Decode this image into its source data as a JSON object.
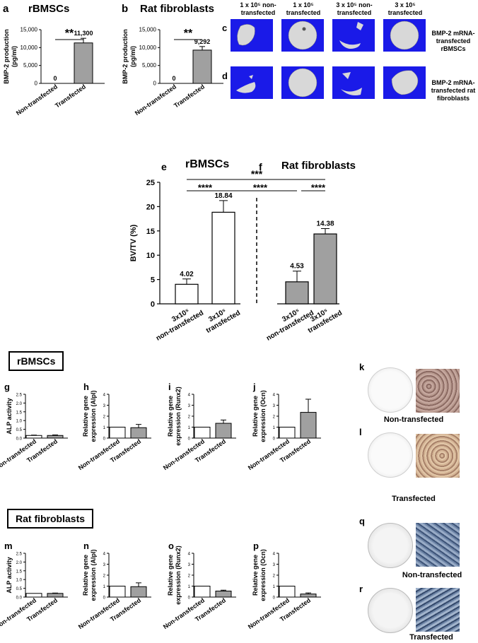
{
  "panels": {
    "a": {
      "letter": "a",
      "title": "rBMSCs"
    },
    "b": {
      "letter": "b",
      "title": "Rat fibroblasts"
    },
    "c": {
      "letter": "c"
    },
    "d": {
      "letter": "d"
    },
    "e": {
      "letter": "e",
      "title": "rBMSCs"
    },
    "f": {
      "letter": "f",
      "title": "Rat fibroblasts"
    },
    "g": {
      "letter": "g"
    },
    "h": {
      "letter": "h"
    },
    "i": {
      "letter": "i"
    },
    "j": {
      "letter": "j"
    },
    "k": {
      "letter": "k"
    },
    "l": {
      "letter": "l"
    },
    "m": {
      "letter": "m"
    },
    "n": {
      "letter": "n"
    },
    "o": {
      "letter": "o"
    },
    "p": {
      "letter": "p"
    },
    "q": {
      "letter": "q"
    },
    "r": {
      "letter": "r"
    }
  },
  "section_boxes": {
    "rbmscs": "rBMSCs",
    "fibroblasts": "Rat fibroblasts"
  },
  "microct": {
    "columns": [
      "1 x 10⁵ non-transfected",
      "1 x 10⁵ transfected",
      "3 x 10⁵ non-transfected",
      "3 x 10⁵ transfected"
    ],
    "rows": [
      "BMP-2 mRNA-transfected rBMSCs",
      "BMP-2 mRNA-transfected rat fibroblasts"
    ],
    "colors": {
      "background": "#1a1ae8",
      "bone": "#d8d8d8"
    }
  },
  "staining": {
    "k_caption": "Non-transfected",
    "l_caption": "Transfected",
    "q_caption": "Non-transfected",
    "r_caption": "Transfected"
  },
  "colors": {
    "open_bar": "#ffffff",
    "gray_bar": "#a0a0a0",
    "stroke": "#000000"
  },
  "chart_data": [
    {
      "id": "a",
      "type": "bar",
      "categories": [
        "Non-transfected",
        "Transfected"
      ],
      "values": [
        0,
        11300
      ],
      "errors": [
        0,
        1300
      ],
      "data_labels": [
        "0",
        "11,300"
      ],
      "ylabel": "BMP-2 production (pg/ml)",
      "ylim": [
        0,
        15000
      ],
      "yticks": [
        "0",
        "5,000",
        "10,000",
        "15,000"
      ],
      "significance": [
        "**"
      ],
      "bar_fill": [
        "none",
        "gray"
      ]
    },
    {
      "id": "b",
      "type": "bar",
      "categories": [
        "Non-transfected",
        "Transfected"
      ],
      "values": [
        0,
        9292
      ],
      "errors": [
        0,
        1000
      ],
      "data_labels": [
        "0",
        "9,292"
      ],
      "ylabel": "BMP-2 production (pg/ml)",
      "ylim": [
        0,
        15000
      ],
      "yticks": [
        "0",
        "5,000",
        "10,000",
        "15,000"
      ],
      "significance": [
        "**"
      ],
      "bar_fill": [
        "none",
        "gray"
      ]
    },
    {
      "id": "ef",
      "type": "bar",
      "categories": [
        "3x10⁵ non-transfected",
        "3x10⁵ transfected",
        "3x10⁵ non-transfected",
        "3x10⁵ transfected"
      ],
      "values": [
        4.02,
        18.84,
        4.53,
        14.38
      ],
      "errors": [
        1.1,
        2.4,
        2.2,
        1.1
      ],
      "data_labels": [
        "4.02",
        "18.84",
        "4.53",
        "14.38"
      ],
      "ylabel": "BV/TV (%)",
      "ylim": [
        0,
        25
      ],
      "yticks": [
        "0",
        "5",
        "10",
        "15",
        "20",
        "25"
      ],
      "significance": [
        "***",
        "****",
        "****",
        "****"
      ],
      "bar_fill": [
        "white",
        "white",
        "gray",
        "gray"
      ]
    },
    {
      "id": "g",
      "type": "bar",
      "categories": [
        "Non-transfected",
        "Transfected"
      ],
      "values": [
        0.15,
        0.15
      ],
      "errors": [
        0.02,
        0.03
      ],
      "ylabel": "ALP activity",
      "ylim": [
        0,
        2.5
      ],
      "yticks": [
        "0.0",
        "0.5",
        "1.0",
        "1.5",
        "2.0",
        "2.5"
      ],
      "bar_fill": [
        "white",
        "gray"
      ]
    },
    {
      "id": "h",
      "type": "bar",
      "categories": [
        "Non-transfected",
        "Transfected"
      ],
      "values": [
        1.0,
        0.95
      ],
      "errors": [
        0,
        0.3
      ],
      "ylabel": "Relative gene expression (Alpl)",
      "ylim": [
        0,
        4
      ],
      "yticks": [
        "0",
        "1",
        "2",
        "3",
        "4"
      ],
      "bar_fill": [
        "white",
        "gray"
      ]
    },
    {
      "id": "i",
      "type": "bar",
      "categories": [
        "Non-transfected",
        "Transfected"
      ],
      "values": [
        1.0,
        1.35
      ],
      "errors": [
        0,
        0.3
      ],
      "ylabel": "Relative gene expression (Runx2)",
      "ylim": [
        0,
        4
      ],
      "yticks": [
        "0",
        "1",
        "2",
        "3",
        "4"
      ],
      "bar_fill": [
        "white",
        "gray"
      ]
    },
    {
      "id": "j",
      "type": "bar",
      "categories": [
        "Non-transfected",
        "Transfected"
      ],
      "values": [
        1.0,
        2.35
      ],
      "errors": [
        0,
        1.2
      ],
      "ylabel": "Relative gene expression (Ocn)",
      "ylim": [
        0,
        4
      ],
      "yticks": [
        "0",
        "1",
        "2",
        "3",
        "4"
      ],
      "bar_fill": [
        "white",
        "gray"
      ]
    },
    {
      "id": "m",
      "type": "bar",
      "categories": [
        "Non-transfected",
        "Transfected"
      ],
      "values": [
        0.21,
        0.21
      ],
      "errors": [
        0,
        0.02
      ],
      "ylabel": "ALP activity",
      "ylim": [
        0,
        2.5
      ],
      "yticks": [
        "0.0",
        "0.5",
        "1.0",
        "1.5",
        "2.0",
        "2.5"
      ],
      "bar_fill": [
        "white",
        "gray"
      ]
    },
    {
      "id": "n",
      "type": "bar",
      "categories": [
        "Non-transfected",
        "Transfected"
      ],
      "values": [
        1.0,
        0.95
      ],
      "errors": [
        0,
        0.35
      ],
      "ylabel": "Relative gene expression (Alpl)",
      "ylim": [
        0,
        4
      ],
      "yticks": [
        "0",
        "1",
        "2",
        "3",
        "4"
      ],
      "bar_fill": [
        "white",
        "gray"
      ]
    },
    {
      "id": "o",
      "type": "bar",
      "categories": [
        "Non-transfected",
        "Transfected"
      ],
      "values": [
        1.0,
        0.55
      ],
      "errors": [
        0,
        0.08
      ],
      "ylabel": "Relative gene expression (Runx2)",
      "ylim": [
        0,
        4
      ],
      "yticks": [
        "0",
        "1",
        "2",
        "3",
        "4"
      ],
      "bar_fill": [
        "white",
        "gray"
      ]
    },
    {
      "id": "p",
      "type": "bar",
      "categories": [
        "Non-transfected",
        "Transfected"
      ],
      "values": [
        1.0,
        0.28
      ],
      "errors": [
        0,
        0.1
      ],
      "ylabel": "Relative gene expression (Ocn)",
      "ylim": [
        0,
        4
      ],
      "yticks": [
        "0",
        "1",
        "2",
        "3",
        "4"
      ],
      "bar_fill": [
        "white",
        "gray"
      ]
    }
  ]
}
